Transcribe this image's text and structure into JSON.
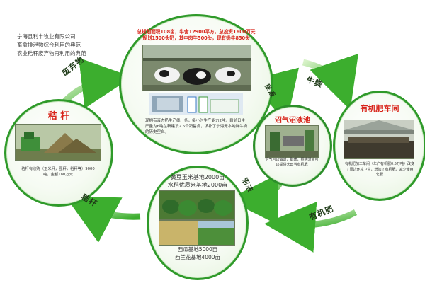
{
  "intro": [
    "宁海县利丰牧业有限公司",
    "畜禽排泄物综合利用的典范",
    "农业秸秆废弃物再利用的典范"
  ],
  "farm": {
    "head_line1": "总规划面积108亩，牛舍12900平方，总投资1600万元",
    "head_line2": "规划1500头奶，其中肉牛500头，现有奶牛850头",
    "text": "现拥有液态奶生产线一条，每小时生产能力2吨，目前日生产量为6吨在新建设2.6个销售点，填补了宁海无本地鲜牛奶的历史空白。"
  },
  "straw": {
    "title": "秸 杆",
    "text": "秸杆有收购（玉米秆，豆秆，稻秆等）9000吨，金额180万元"
  },
  "biogas": {
    "title": "沼气沼液池",
    "text": "沼气可以做饭，取暖，照明沼液可以提供大田当有机肥"
  },
  "workshop": {
    "title": "有机肥车间",
    "text": "有机肥加工车间（年产有机肥0.5万吨）改变了周边环境卫生，增加了有机肥，减少使用化肥"
  },
  "base": {
    "head_line1": "黄豆玉米基地2000亩",
    "head_line2": "水稻优质米基地2000亩",
    "foot_line1": "西瓜基地5000亩",
    "foot_line2": "西兰花基地4000亩"
  },
  "arrows": {
    "waste": "废弃物",
    "urine": "尿液",
    "manure": "牛粪",
    "slurry": "沼液",
    "organic_fertilizer": "有机肥",
    "straw": "秸杆"
  },
  "colors": {
    "ring": "#2f9a2a",
    "arrow": "#3cae2e",
    "title": "#d8241a"
  }
}
